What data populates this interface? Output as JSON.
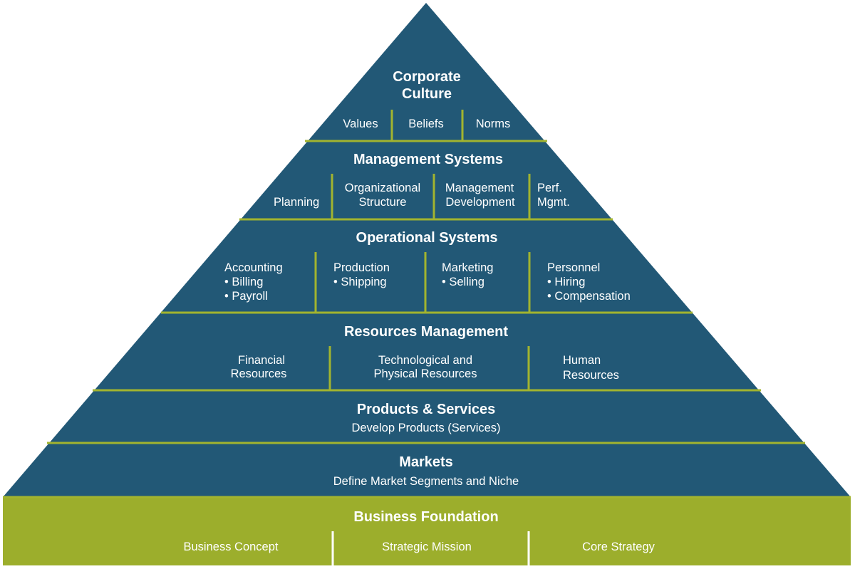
{
  "colors": {
    "pyramid": "#225876",
    "accent": "#a2b42f",
    "foundation": "#9cae2c",
    "text": "#ffffff"
  },
  "tiers": {
    "culture": {
      "title_line1": "Corporate",
      "title_line2": "Culture",
      "items": [
        "Values",
        "Beliefs",
        "Norms"
      ]
    },
    "management": {
      "title": "Management Systems",
      "items": {
        "planning": "Planning",
        "org_line1": "Organizational",
        "org_line2": "Structure",
        "mgmt_line1": "Management",
        "mgmt_line2": "Development",
        "perf_line1": "Perf.",
        "perf_line2": "Mgmt."
      }
    },
    "operational": {
      "title": "Operational Systems",
      "columns": [
        {
          "heading": "Accounting",
          "bullets": [
            "• Billing",
            "• Payroll"
          ]
        },
        {
          "heading": "Production",
          "bullets": [
            "• Shipping"
          ]
        },
        {
          "heading": "Marketing",
          "bullets": [
            "• Selling"
          ]
        },
        {
          "heading": "Personnel",
          "bullets": [
            "• Hiring",
            "• Compensation"
          ]
        }
      ]
    },
    "resources": {
      "title": "Resources Management",
      "items": {
        "fin_line1": "Financial",
        "fin_line2": "Resources",
        "tech_line1": "Technological and",
        "tech_line2": "Physical Resources",
        "hum_line1": "Human",
        "hum_line2": "Resources"
      }
    },
    "products": {
      "title": "Products & Services",
      "subtitle": "Develop Products (Services)"
    },
    "markets": {
      "title": "Markets",
      "subtitle": "Define Market Segments and Niche"
    },
    "foundation": {
      "title": "Business Foundation",
      "items": [
        "Business Concept",
        "Strategic Mission",
        "Core Strategy"
      ]
    }
  }
}
